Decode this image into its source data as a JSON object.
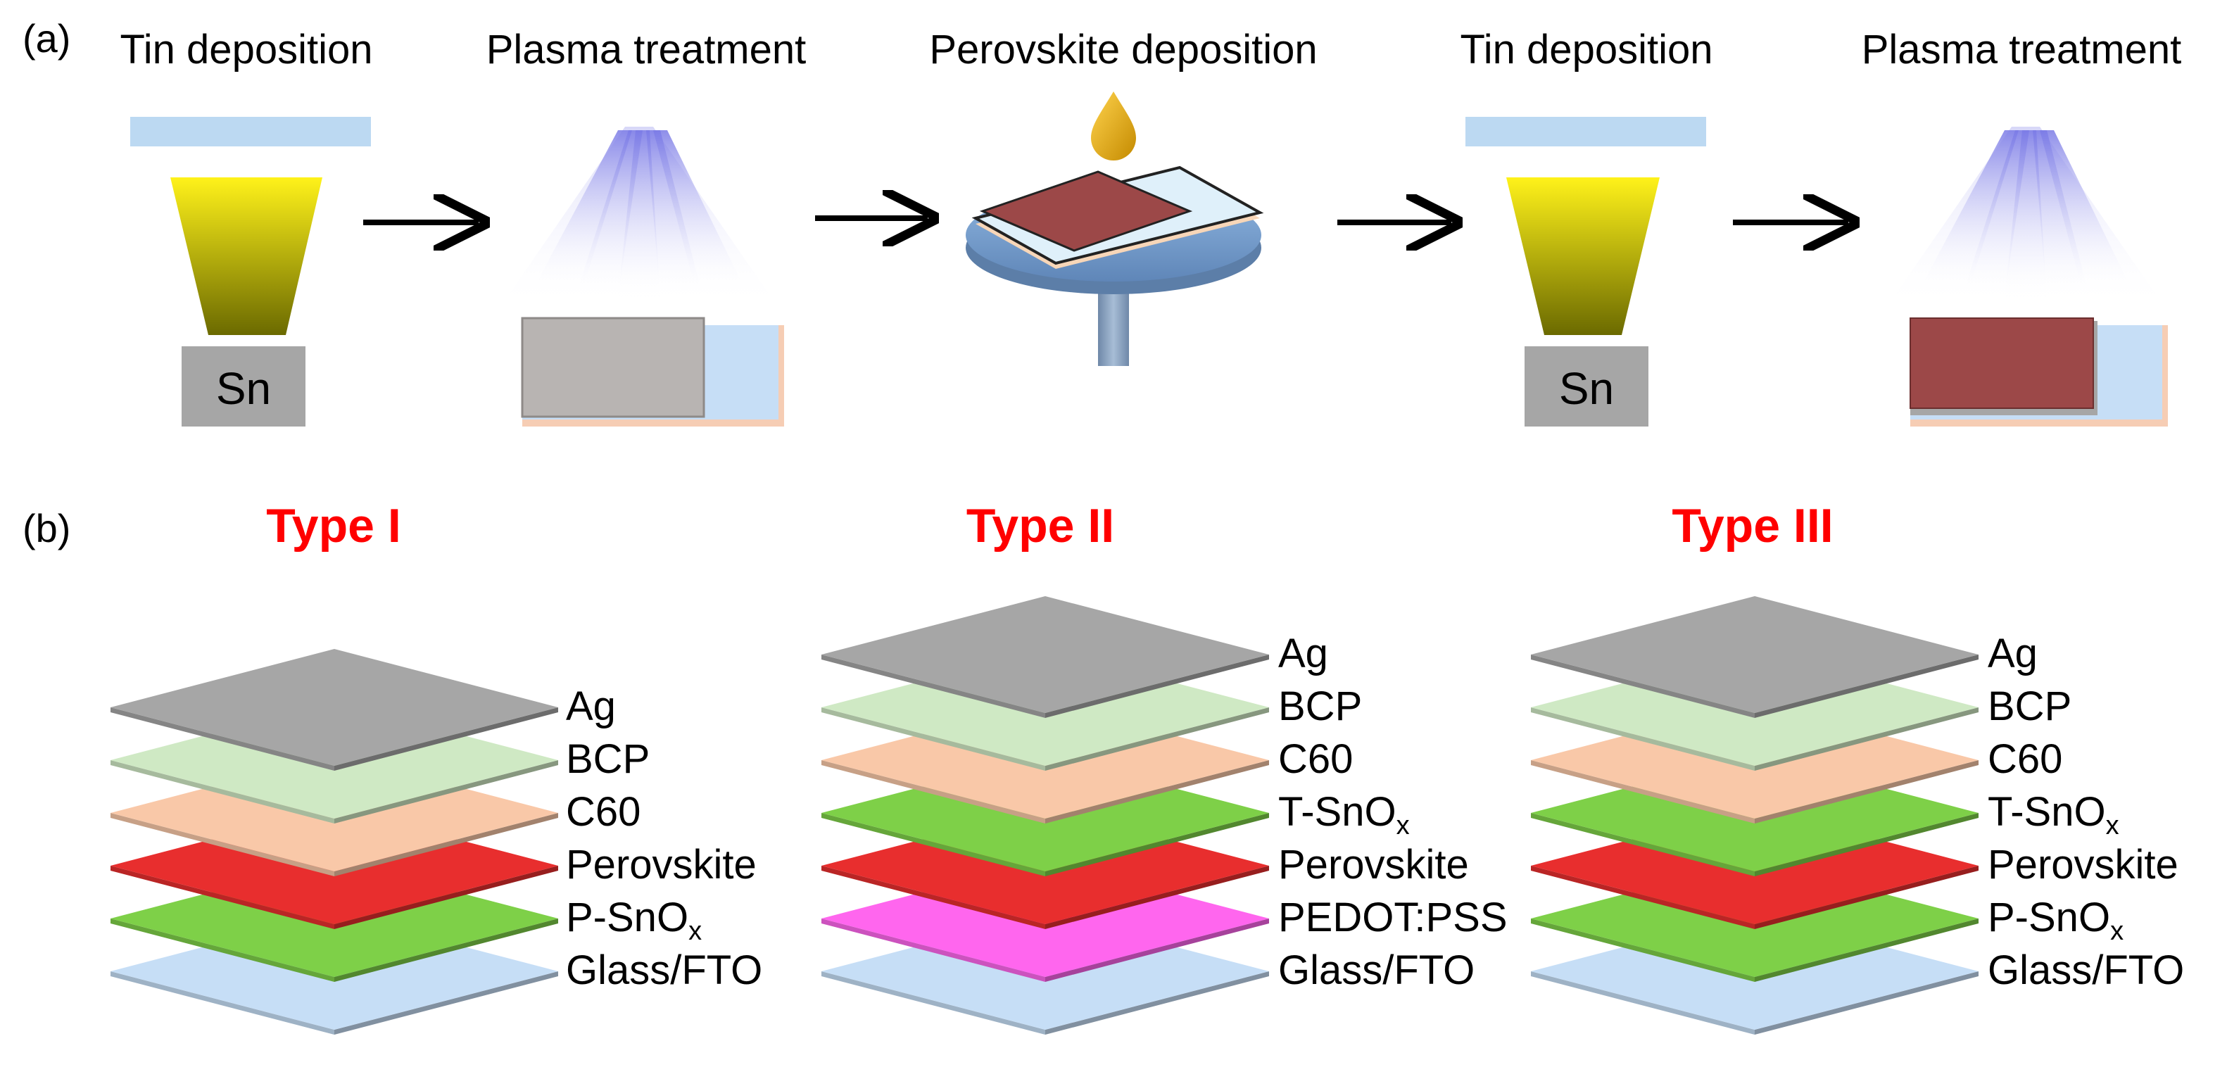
{
  "panel_a": {
    "label": "(a)",
    "steps": [
      {
        "title": "Tin deposition",
        "source": "Sn"
      },
      {
        "title": "Plasma treatment"
      },
      {
        "title": "Perovskite deposition"
      },
      {
        "title": "Tin deposition",
        "source": "Sn"
      },
      {
        "title": "Plasma treatment"
      }
    ]
  },
  "panel_b": {
    "label": "(b)",
    "stacks": [
      {
        "title": "Type I",
        "layers": [
          {
            "name": "Ag",
            "color": "#a6a6a6"
          },
          {
            "name": "BCP",
            "color": "#cfe9c4"
          },
          {
            "name": "C60",
            "color": "#f9c8a8"
          },
          {
            "name": "Perovskite",
            "color": "#e82e2e"
          },
          {
            "name": "P-SnO",
            "sub": "x",
            "color": "#7ed048",
            "highlight": true
          },
          {
            "name": "Glass/FTO",
            "color": "#c6def6"
          }
        ]
      },
      {
        "title": "Type II",
        "layers": [
          {
            "name": "Ag",
            "color": "#a6a6a6"
          },
          {
            "name": "BCP",
            "color": "#cfe9c4"
          },
          {
            "name": "C60",
            "color": "#f9c8a8"
          },
          {
            "name": "T-SnO",
            "sub": "x",
            "color": "#7ed048",
            "highlight": true
          },
          {
            "name": "Perovskite",
            "color": "#e82e2e"
          },
          {
            "name": "PEDOT:PSS",
            "color": "#ff66ee"
          },
          {
            "name": "Glass/FTO",
            "color": "#c6def6"
          }
        ]
      },
      {
        "title": "Type III",
        "layers": [
          {
            "name": "Ag",
            "color": "#a6a6a6"
          },
          {
            "name": "BCP",
            "color": "#cfe9c4"
          },
          {
            "name": "C60",
            "color": "#f9c8a8"
          },
          {
            "name": "T-SnO",
            "sub": "x",
            "color": "#7ed048",
            "highlight": true
          },
          {
            "name": "Perovskite",
            "color": "#e82e2e"
          },
          {
            "name": "P-SnO",
            "sub": "x",
            "color": "#7ed048",
            "highlight": true
          },
          {
            "name": "Glass/FTO",
            "color": "#c6def6"
          }
        ]
      }
    ]
  },
  "colors": {
    "title_red": "#ff0000",
    "highlight_purple": "#6a1fc2",
    "sn_box": "#a6a6a6",
    "substrate_blue": "#bcd9f2",
    "perovskite_film": "#9c4848"
  }
}
